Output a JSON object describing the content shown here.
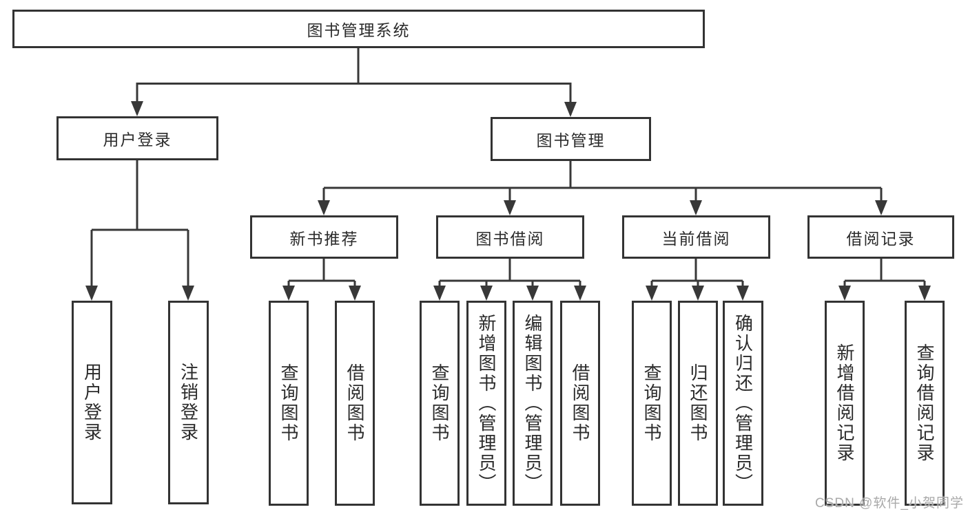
{
  "diagram": {
    "type": "tree",
    "root": {
      "label": "图书管理系统"
    },
    "branches": [
      {
        "label": "用户登录",
        "children": [
          {
            "label": "用户登录"
          },
          {
            "label": "注销登录"
          }
        ]
      },
      {
        "label": "图书管理",
        "children": [
          {
            "label": "新书推荐",
            "children": [
              {
                "label": "查询图书"
              },
              {
                "label": "借阅图书"
              }
            ]
          },
          {
            "label": "图书借阅",
            "children": [
              {
                "label": "查询图书"
              },
              {
                "label": "新增图书（管理员）"
              },
              {
                "label": "编辑图书（管理员）"
              },
              {
                "label": "借阅图书"
              }
            ]
          },
          {
            "label": "当前借阅",
            "children": [
              {
                "label": "查询图书"
              },
              {
                "label": "归还图书"
              },
              {
                "label": "确认归还（管理员）"
              }
            ]
          },
          {
            "label": "借阅记录",
            "children": [
              {
                "label": "新增借阅记录"
              },
              {
                "label": "查询借阅记录"
              }
            ]
          }
        ]
      }
    ]
  },
  "colors": {
    "line": "#383838",
    "box_border": "#333333",
    "text": "#2b2b2b",
    "watermark": "#a9a9a9"
  },
  "watermark": {
    "text": "CSDN @软件_小贺同学"
  }
}
